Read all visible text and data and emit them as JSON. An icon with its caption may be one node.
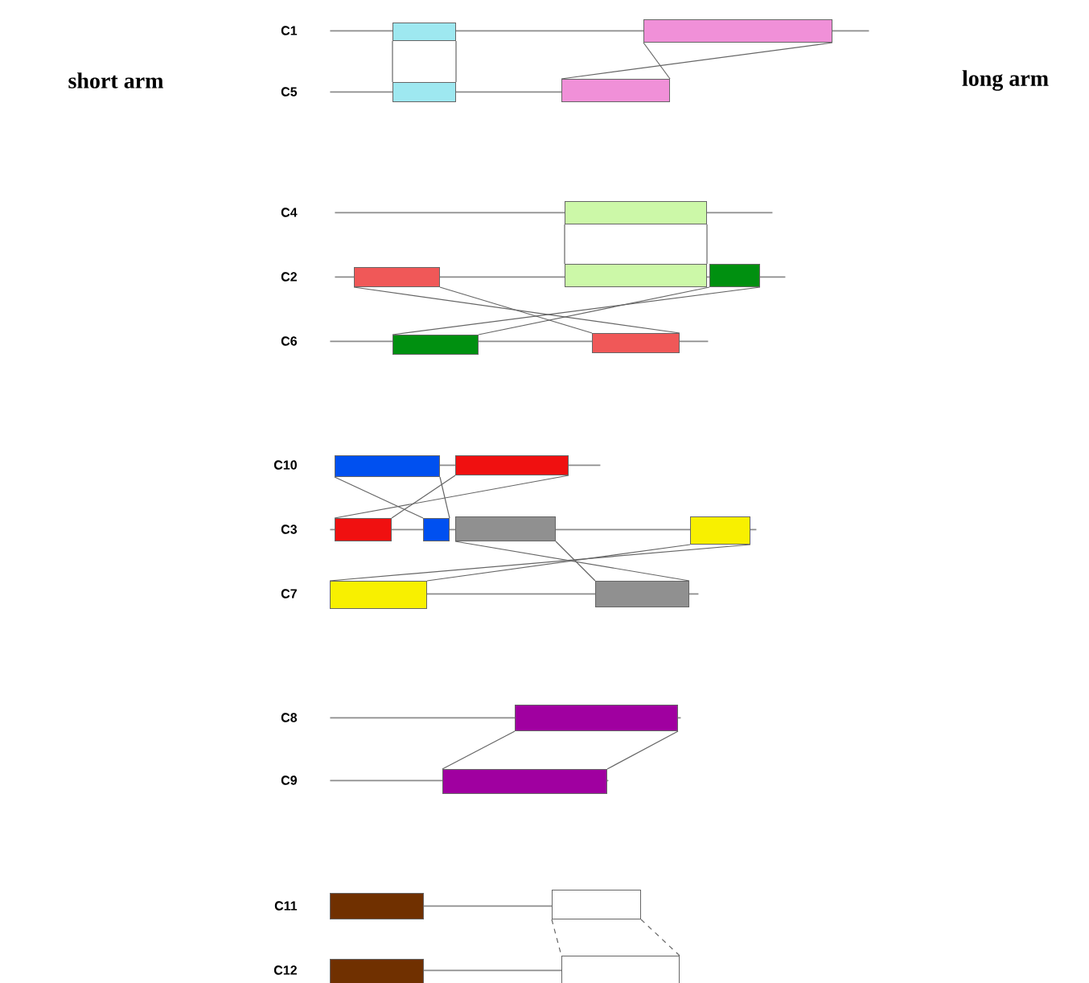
{
  "diagram": {
    "nodes": [
      {
        "text": [],
        "shape": "bar"
      },
      {
        "text": [],
        "shape": "bar"
      },
      {
        "text": [],
        "shape": "bar"
      },
      {
        "text": [],
        "shape": "bar"
      },
      {
        "text": [],
        "shape": "bar"
      },
      {
        "text": [],
        "shape": "bar"
      },
      {
        "text": [],
        "shape": "bar"
      },
      {
        "text": [],
        "shape": "bar"
      },
      {
        "text": [],
        "shape": "bar"
      },
      {
        "text": [],
        "shape": "bar"
      },
      {
        "text": [],
        "shape": "bar"
      },
      {
        "text": [],
        "shape": "bar"
      },
      {
        "text": [],
        "shape": "bar"
      },
      {
        "text": [],
        "shape": "bar"
      },
      {
        "text": [],
        "shape": "bar"
      },
      {
        "text": [],
        "shape": "bar"
      },
      {
        "text": [],
        "shape": "bar"
      },
      {
        "text": [],
        "shape": "bar"
      },
      {
        "text": [],
        "shape": "bar"
      },
      {
        "text": [],
        "shape": "bar"
      },
      {
        "text": [],
        "shape": "bar"
      },
      {
        "text": [],
        "shape": "bar"
      },
      {
        "text": [],
        "shape": "bar"
      },
      {
        "text": [],
        "shape": "bar"
      },
      {
        "text": [],
        "shape": "line"
      },
      {
        "text": [],
        "shape": "line"
      },
      {
        "text": [],
        "shape": "line"
      },
      {
        "text": [],
        "shape": "line"
      },
      {
        "text": [],
        "shape": "line"
      },
      {
        "text": [],
        "shape": "line"
      },
      {
        "text": [],
        "shape": "line"
      },
      {
        "text": [],
        "shape": "line"
      },
      {
        "text": [],
        "shape": "line"
      },
      {
        "text": [],
        "shape": "line"
      },
      {
        "text": [],
        "shape": "line"
      },
      {
        "text": [],
        "shape": "line"
      }
    ],
    "edges": [
      {
        "from": 0,
        "to": 2,
        "arrow": "none"
      },
      {
        "from": 0,
        "to": 2,
        "arrow": "none"
      },
      {
        "from": 1,
        "to": 3,
        "arrow": "none"
      },
      {
        "from": 1,
        "to": 3,
        "arrow": "none"
      },
      {
        "from": 4,
        "to": 6,
        "arrow": "none"
      },
      {
        "from": 4,
        "to": 6,
        "arrow": "none"
      },
      {
        "from": 5,
        "to": 9,
        "arrow": "none"
      },
      {
        "from": 5,
        "to": 9,
        "arrow": "none"
      },
      {
        "from": 7,
        "to": 8,
        "arrow": "none"
      },
      {
        "from": 7,
        "to": 8,
        "arrow": "none"
      },
      {
        "from": 10,
        "to": 13,
        "arrow": "none"
      },
      {
        "from": 10,
        "to": 13,
        "arrow": "none"
      },
      {
        "from": 11,
        "to": 12,
        "arrow": "none"
      },
      {
        "from": 11,
        "to": 12,
        "arrow": "none"
      },
      {
        "from": 14,
        "to": 17,
        "arrow": "none"
      },
      {
        "from": 14,
        "to": 17,
        "arrow": "none"
      },
      {
        "from": 15,
        "to": 16,
        "arrow": "none"
      },
      {
        "from": 15,
        "to": 16,
        "arrow": "none"
      },
      {
        "from": 18,
        "to": 19,
        "arrow": "none"
      },
      {
        "from": 18,
        "to": 19,
        "arrow": "none"
      },
      {
        "from": 21,
        "to": 23,
        "arrow": "none",
        "style": "dashed"
      },
      {
        "from": 21,
        "to": 23,
        "arrow": "none",
        "style": "dashed"
      }
    ],
    "labels": [
      "C1",
      "short arm",
      "long arm",
      "C5",
      "C4",
      "C2",
      "C6",
      "C10",
      "C3",
      "C7",
      "C8",
      "C9",
      "C11",
      "C12"
    ]
  }
}
